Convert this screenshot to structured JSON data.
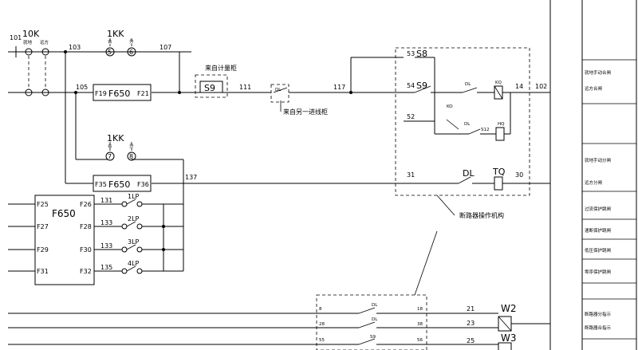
{
  "wire_numbers": {
    "n101": "101",
    "n103": "103",
    "n107": "107",
    "n105": "105",
    "n111": "111",
    "n117": "117",
    "n102": "102",
    "n14": "14",
    "n137": "137",
    "n131": "131",
    "n133a": "133",
    "n133b": "133",
    "n135": "135",
    "n53": "53",
    "n54": "54",
    "n52": "52",
    "n31": "31",
    "n30": "30",
    "n8": "8",
    "n18": "18",
    "n28": "28",
    "n38": "38",
    "n55": "55",
    "n56": "56",
    "n21": "21",
    "n23": "23",
    "n25": "25"
  },
  "components": {
    "k10k": "10K",
    "k1kk_top": "1KK",
    "k1kk_mid": "1KK",
    "t5": "5",
    "t6": "6",
    "t7": "7",
    "t8": "8",
    "s9": "S9",
    "s9_right": "S9",
    "s8": "S8",
    "s12": "S12",
    "s9_bottom": "S9",
    "dl": "DL",
    "kq": "KQ",
    "hq": "HQ",
    "tq": "TQ",
    "ko": "KO",
    "f19": "F19",
    "f650a": "F650",
    "f21": "F21",
    "f35": "F35",
    "f650b": "F650",
    "f36": "F36",
    "lp1": "1LP",
    "lp2": "2LP",
    "lp3": "3LP",
    "lp4": "4LP",
    "w2": "W2",
    "w3": "W3"
  },
  "relay": {
    "title": "F650",
    "pins_left": [
      "F25",
      "F27",
      "F29",
      "F31"
    ],
    "pins_right": [
      "F26",
      "F28",
      "F30",
      "F32"
    ]
  },
  "labels": {
    "local": "就地",
    "remote": "远方",
    "he": "合",
    "fen": "分",
    "from_meter": "来自计量柜",
    "from_other": "来自另一进线柜",
    "breaker_mech": "断路器操作机构"
  },
  "title_block": [
    "就地手动合闸",
    "远方合闸",
    "就地手动分闸",
    "远方分闸",
    "过流保护跳闸",
    "速断保护跳闸",
    "低压保护跳闸",
    "零序保护跳闸",
    "断路器分指示",
    "断路器合指示"
  ]
}
